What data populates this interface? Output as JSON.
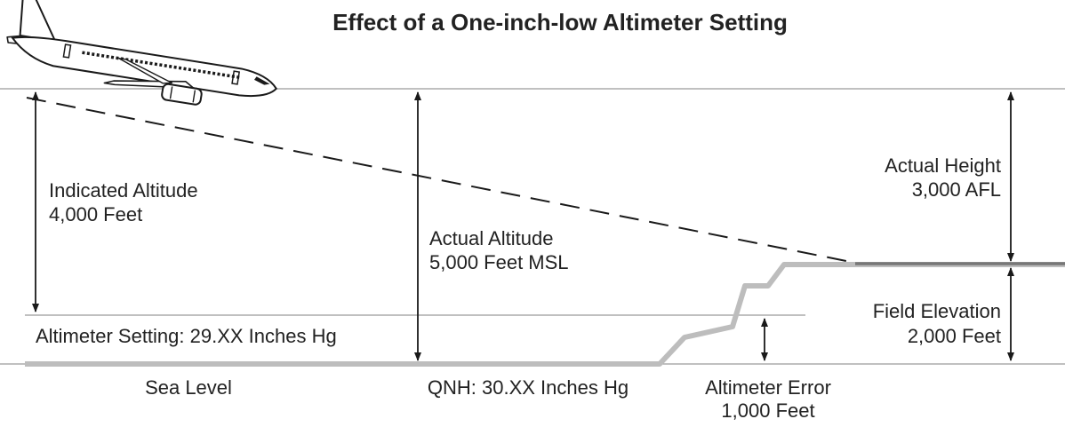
{
  "title": "Effect of a One-inch-low Altimeter Setting",
  "labels": {
    "indicated_altitude": [
      "Indicated Altitude",
      "4,000 Feet"
    ],
    "actual_altitude": [
      "Actual  Altitude",
      "5,000  Feet MSL"
    ],
    "actual_height": [
      "Actual Height",
      "3,000 AFL"
    ],
    "field_elevation": [
      "Field Elevation",
      "2,000  Feet"
    ],
    "altimeter_setting": "Altimeter Setting: 29.XX Inches Hg",
    "sea_level": "Sea Level",
    "qnh": "QNH: 30.XX Inches Hg",
    "altimeter_error": [
      "Altimeter Error",
      "1,000 Feet"
    ]
  },
  "colors": {
    "line": "#1a1a1a",
    "ground": "#bdbdbd",
    "reference_line": "#9a9a9a"
  },
  "icons": {
    "aircraft": "airliner-icon"
  }
}
